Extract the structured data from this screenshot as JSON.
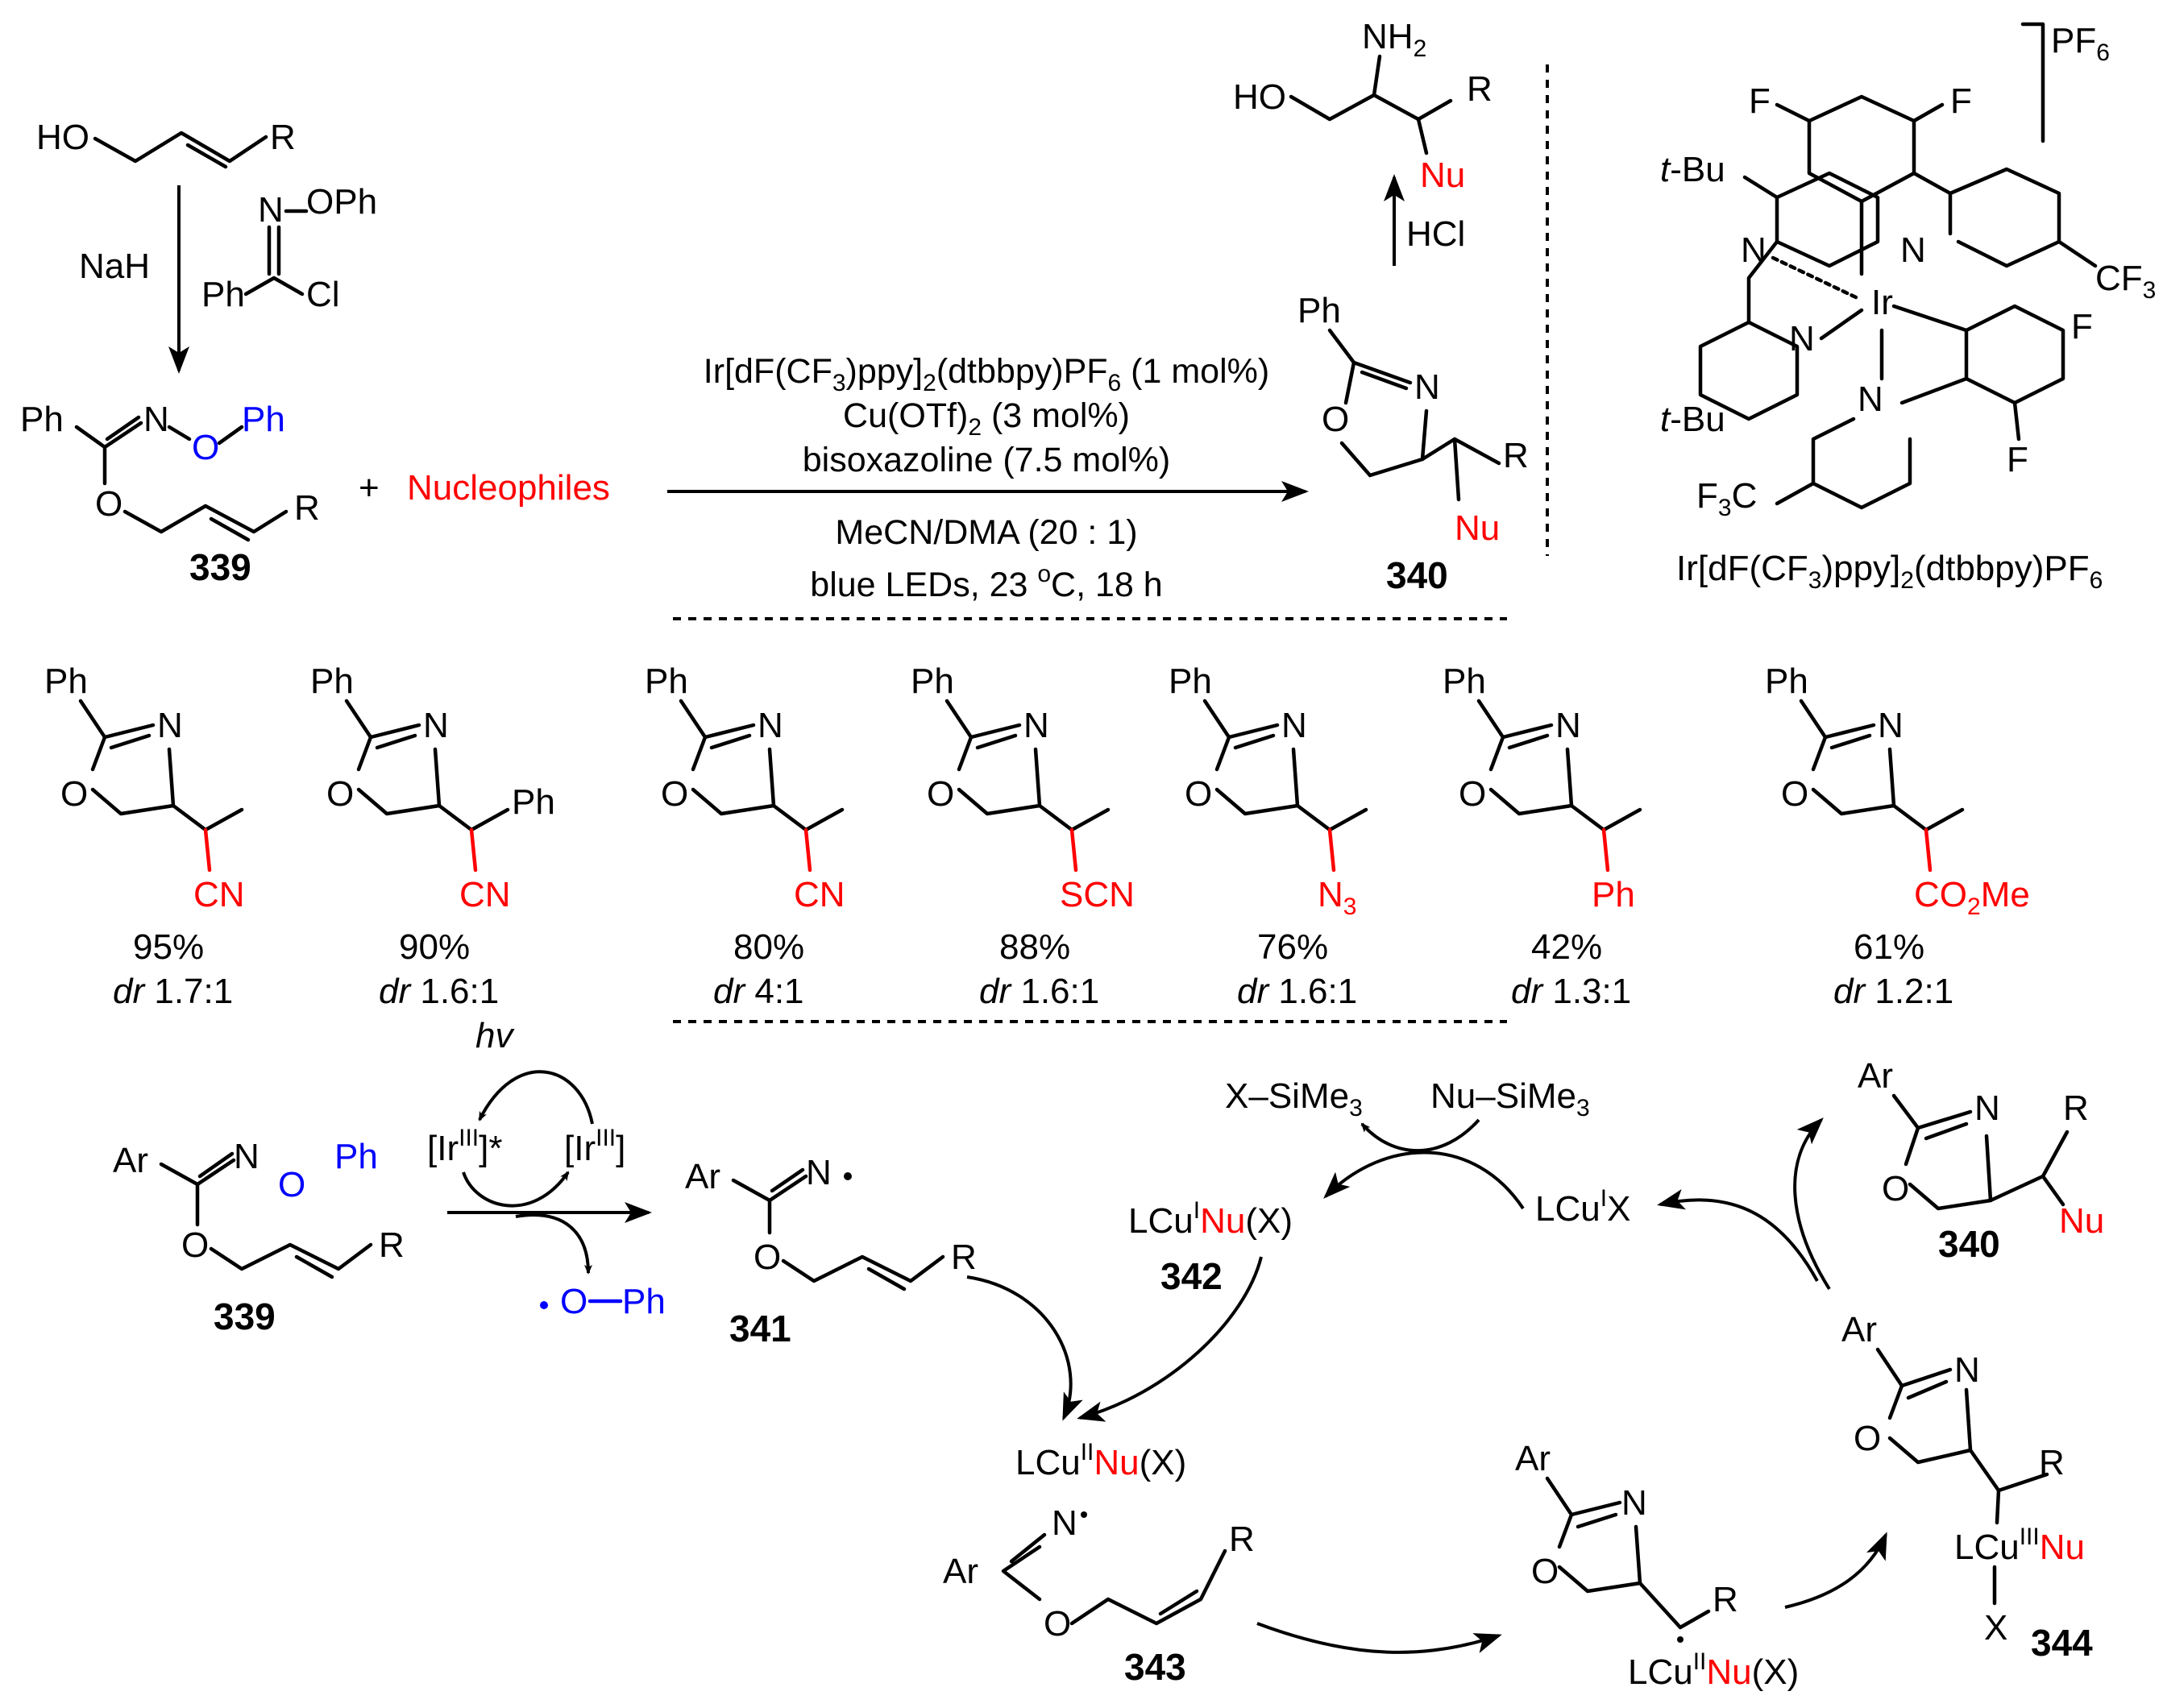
{
  "colors": {
    "nucleophile": "#ff0000",
    "leaving_group": "#0000ff",
    "ink": "#000000"
  },
  "top": {
    "allyl_alcohol": {
      "ho": "HO",
      "r": "R"
    },
    "reagents": {
      "base": "NaH",
      "imidoyl": {
        "n": "N",
        "oph": "OPh",
        "ph": "Ph",
        "cl": "Cl"
      }
    },
    "substrate": {
      "ph1": "Ph",
      "n": "N",
      "o_blue": "O",
      "ph2_blue": "Ph",
      "o": "O",
      "r": "R",
      "number": "339"
    },
    "plus": "+",
    "nucleophiles": "Nucleophiles",
    "conditions": {
      "line1": "Ir[dF(CF",
      "line1_sub1": "3",
      "line1_mid": ")ppy]",
      "line1_sub2": "2",
      "line1_end": "(dtbbpy)PF",
      "line1_sub3": "6",
      "line1_tail": " (1 mol%)",
      "line2": "Cu(OTf)",
      "line2_sub": "2",
      "line2_tail": " (3 mol%)",
      "line3": "bisoxazoline (7.5 mol%)",
      "line4": "MeCN/DMA (20 : 1)",
      "line5": "blue LEDs, 23 ",
      "line5_sup": "o",
      "line5_tail": "C, 18 h"
    },
    "product": {
      "ph": "Ph",
      "n": "N",
      "o": "O",
      "r": "R",
      "nu": "Nu",
      "number": "340"
    },
    "hcl": "HCl",
    "aminoalcohol": {
      "nh": "NH",
      "nh_sub": "2",
      "ho": "HO",
      "r": "R",
      "nu": "Nu"
    },
    "catalyst": {
      "pf": "PF",
      "pf_sub": "6",
      "f1": "F",
      "f2": "F",
      "f3": "F",
      "f4": "F",
      "tbu1": "t",
      "tbu1_rest": "-Bu",
      "tbu2": "t",
      "tbu2_rest": "-Bu",
      "n1": "N",
      "n2": "N",
      "n3": "N",
      "n4": "N",
      "ir": "Ir",
      "cf3": "CF",
      "cf3_sub": "3",
      "f3c": "F",
      "f3c_sub": "3",
      "f3c_tail": "C",
      "name": "Ir[dF(CF",
      "name_sub1": "3",
      "name_mid": ")ppy]",
      "name_sub2": "2",
      "name_end": "(dtbbpy)PF",
      "name_sub3": "6"
    }
  },
  "scope": [
    {
      "ph": "Ph",
      "n": "N",
      "o": "O",
      "nu": "CN",
      "yield": "95%",
      "dr_label": "dr",
      "dr": " 1.7:1"
    },
    {
      "ph": "Ph",
      "n": "N",
      "o": "O",
      "ph2": "Ph",
      "nu": "CN",
      "yield": "90%",
      "dr_label": "dr",
      "dr": " 1.6:1"
    },
    {
      "ph": "Ph",
      "n": "N",
      "o": "O",
      "nu": "CN",
      "yield": "80%",
      "dr_label": "dr",
      "dr": " 4:1"
    },
    {
      "ph": "Ph",
      "n": "N",
      "o": "O",
      "nu": "SCN",
      "yield": "88%",
      "dr_label": "dr",
      "dr": " 1.6:1"
    },
    {
      "ph": "Ph",
      "n": "N",
      "o": "O",
      "nu": "N",
      "nu_sub": "3",
      "yield": "76%",
      "dr_label": "dr",
      "dr": " 1.6:1"
    },
    {
      "ph": "Ph",
      "n": "N",
      "o": "O",
      "nu": "Ph",
      "yield": "42%",
      "dr_label": "dr",
      "dr": " 1.3:1"
    },
    {
      "ph": "Ph",
      "n": "N",
      "o": "O",
      "nu": "CO",
      "nu_sub": "2",
      "nu_tail": "Me",
      "yield": "61%",
      "dr_label": "dr",
      "dr": " 1.2:1"
    }
  ],
  "mechanism": {
    "hv": "hv",
    "ir_excited": "[Ir",
    "ir_excited_sup": "III",
    "ir_excited_tail": "]*",
    "ir_ground": "[Ir",
    "ir_ground_sup": "III",
    "ir_ground_tail": "]",
    "phenoxyl": "O",
    "phenoxyl_ph": "Ph",
    "s339": {
      "ar": "Ar",
      "n": "N",
      "o_blue": "O",
      "ph_blue": "Ph",
      "o": "O",
      "r": "R",
      "number": "339"
    },
    "s341": {
      "ar": "Ar",
      "n": "N",
      "o": "O",
      "r": "R",
      "number": "341"
    },
    "s342": {
      "l": "LCu",
      "sup": "I",
      "nu": "Nu",
      "x": "(X)",
      "number": "342"
    },
    "tms_x": "X–SiMe",
    "tms_x_sub": "3",
    "tms_nu": "Nu–SiMe",
    "tms_nu_sub": "3",
    "lcux": "LCu",
    "lcux_sup": "I",
    "lcux_tail": "X",
    "s340": {
      "ar": "Ar",
      "n": "N",
      "o": "O",
      "r": "R",
      "nu": "Nu",
      "number": "340"
    },
    "s343": {
      "l": "LCu",
      "sup": "II",
      "nu": "Nu",
      "x": "(X)",
      "ar": "Ar",
      "n": "N",
      "o": "O",
      "r": "R",
      "number": "343"
    },
    "radical_int": {
      "ar": "Ar",
      "n": "N",
      "o": "O",
      "r": "R",
      "l": "LCu",
      "sup": "II",
      "nu": "Nu",
      "x": "(X)"
    },
    "s344": {
      "ar": "Ar",
      "n": "N",
      "o": "O",
      "r": "R",
      "l": "LCu",
      "sup": "III",
      "nu": "Nu",
      "x": "X",
      "number": "344"
    }
  }
}
